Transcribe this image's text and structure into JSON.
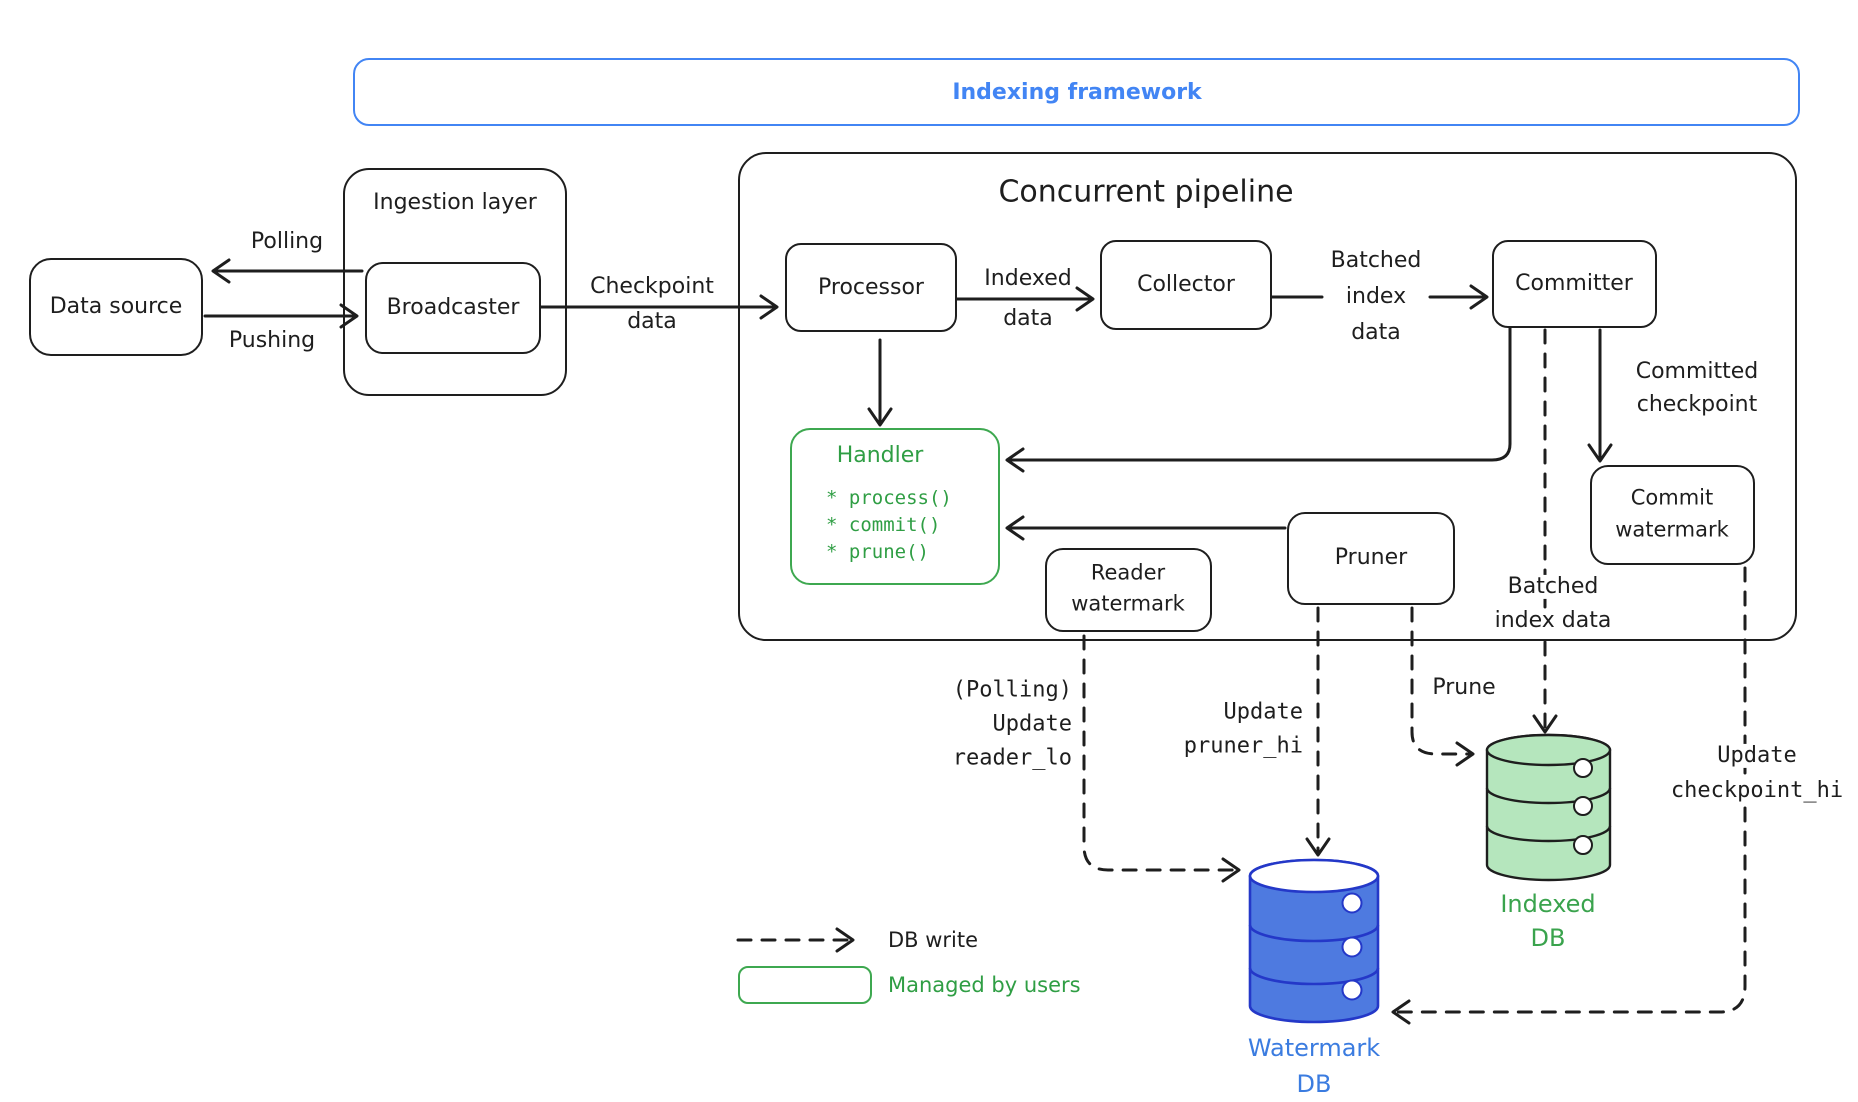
{
  "colors": {
    "ink": "#1e1e1e",
    "framework_blue": "#4285f4",
    "handler_green": "#2f9e44",
    "green_stroke": "#3ea850",
    "watermark_db_fill": "#4e7ae0",
    "watermark_db_stroke": "#2438c8",
    "indexed_db_fill": "#b5e6bd",
    "indexed_db_label": "#3aa34d"
  },
  "framework": {
    "title": "Indexing framework"
  },
  "data_source": {
    "label": "Data source"
  },
  "ingestion": {
    "title": "Ingestion layer",
    "broadcaster": "Broadcaster"
  },
  "pipeline": {
    "title": "Concurrent pipeline",
    "processor": "Processor",
    "collector": "Collector",
    "committer": "Committer",
    "pruner": "Pruner",
    "handler": {
      "title": "Handler",
      "methods": [
        "* process()",
        "* commit()",
        "* prune()"
      ]
    },
    "reader_watermark": {
      "line1": "Reader",
      "line2": "watermark"
    },
    "commit_watermark": {
      "line1": "Commit",
      "line2": "watermark"
    }
  },
  "edges": {
    "polling": "Polling",
    "pushing": "Pushing",
    "checkpoint_data": {
      "line1": "Checkpoint",
      "line2": "data"
    },
    "indexed_data": {
      "line1": "Indexed",
      "line2": "data"
    },
    "batched_index_data": {
      "line1": "Batched",
      "line2": "index",
      "line3": "data"
    },
    "committed_checkpoint": {
      "line1": "Committed",
      "line2": "checkpoint"
    },
    "batched_index_data_db": {
      "line1": "Batched",
      "line2": "index data"
    },
    "prune": "Prune",
    "update_reader_lo": {
      "line1": "(Polling)",
      "line2": "Update",
      "line3": "reader_lo"
    },
    "update_pruner_hi": {
      "line1": "Update",
      "line2": "pruner_hi"
    },
    "update_checkpoint_hi": {
      "line1": "Update",
      "line2": "checkpoint_hi"
    }
  },
  "databases": {
    "watermark_db": {
      "line1": "Watermark",
      "line2": "DB"
    },
    "indexed_db": {
      "line1": "Indexed",
      "line2": "DB"
    }
  },
  "legend": {
    "db_write": "DB write",
    "managed_by_users": "Managed by users"
  }
}
